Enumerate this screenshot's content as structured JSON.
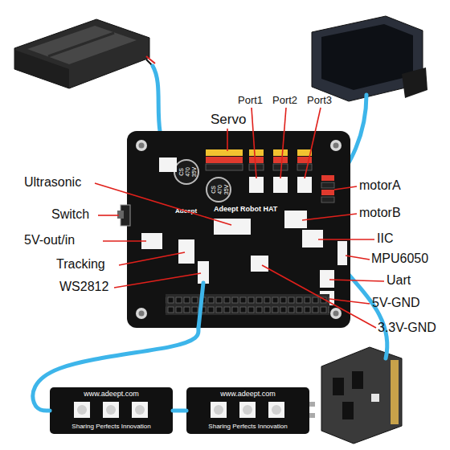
{
  "diagram": {
    "nodes": [
      {
        "text": [
          "Adeept Robot HAT",
          "Adeept"
        ]
      },
      {
        "text": [
          "www.adeept.com",
          "Sharing Perfects Innovation"
        ]
      },
      {
        "text": [
          "www.adeept.com",
          "Sharing Perfects Innovation"
        ]
      }
    ],
    "edges": [
      {
        "from": 0,
        "to": 1,
        "arrow": "none"
      },
      {
        "from": 1,
        "to": 2,
        "arrow": "none"
      }
    ],
    "labels": [
      "Servo",
      "Port1",
      "Port2",
      "Port3",
      "Ultrasonic",
      "motorA",
      "motorB",
      "Switch",
      "IIC",
      "MPU6050",
      "5V-out/in",
      "Uart",
      "Tracking",
      "5V-GND",
      "WS2812",
      "3.3V-GND",
      "CS",
      "470",
      "35V",
      "CS",
      "470",
      "35V"
    ]
  }
}
